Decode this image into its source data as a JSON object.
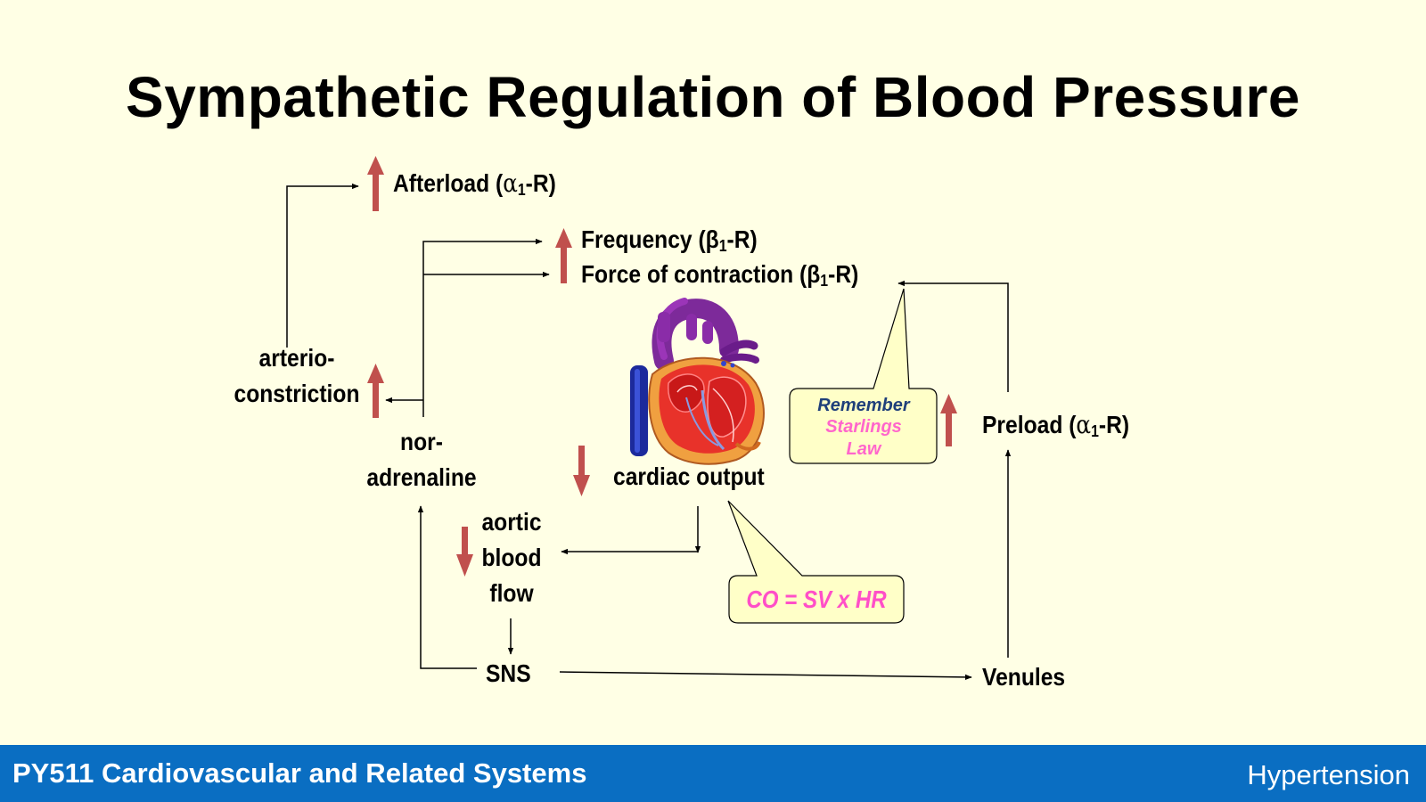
{
  "title": "Sympathetic Regulation of Blood Pressure",
  "nodes": {
    "afterload": "Afterload (",
    "afterload_greek": "α",
    "afterload_sub": "1",
    "afterload_end": "-R)",
    "frequency": "Frequency (β",
    "frequency_sub": "1",
    "frequency_end": "-R)",
    "force": "Force of contraction (β",
    "force_sub": "1",
    "force_end": "-R)",
    "arterio_line1": "arterio-",
    "arterio_line2": "constriction",
    "noradr_line1": "nor-",
    "noradr_line2": "adrenaline",
    "cardiac_output": "cardiac output",
    "aortic_line1": "aortic",
    "aortic_line2": "blood",
    "aortic_line3": "flow",
    "sns": "SNS",
    "venules": "Venules",
    "preload": "Preload (",
    "preload_greek": "α",
    "preload_sub": "1",
    "preload_end": "-R)"
  },
  "callouts": {
    "starling_line1": "Remember",
    "starling_line2": "Starlings",
    "starling_line3": "Law",
    "co_formula": "CO = SV x HR"
  },
  "footer": {
    "course": "PY511 Cardiovascular and Related Systems",
    "topic": "Hypertension"
  },
  "icons": {
    "increase": "up-arrow-icon",
    "decrease": "down-arrow-icon",
    "heart": "heart-icon"
  },
  "colors": {
    "background": "#ffffe5",
    "indicator_arrow": "#c0504d",
    "callout_fill": "#ffffc8",
    "starling_remember": "#1f3f7a",
    "starling_law": "#ff66cc",
    "co_formula": "#ff4fc8",
    "footer_bg": "#0a6ec2"
  }
}
